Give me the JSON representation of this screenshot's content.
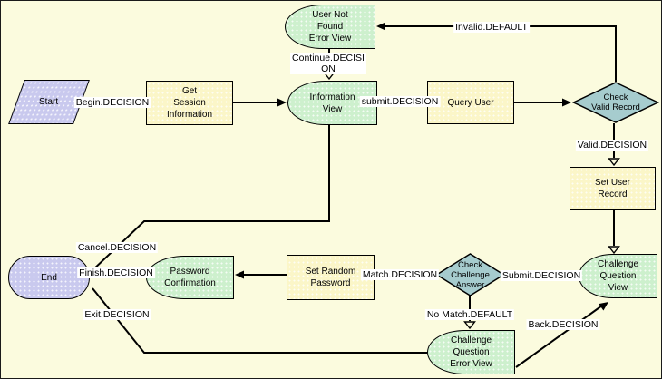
{
  "diagram": {
    "type": "workflow-flowchart",
    "background_color": "#FBFBDE",
    "colors": {
      "step_fill": "#FBF6C8",
      "view_fill": "#CDF0CD",
      "terminal_fill": "#C9C9EE",
      "decision_fill": "#A6CCCE",
      "connector_line": "#000000",
      "label_background": "#FFFFFF"
    },
    "nodes": [
      {
        "id": "start",
        "type": "start",
        "label": "Start",
        "display": "Start"
      },
      {
        "id": "get-session-information",
        "type": "step",
        "label": "Get Session Information",
        "display": "Get\nSession\nInformation"
      },
      {
        "id": "information-view",
        "type": "view",
        "label": "Information View",
        "display": "Information\nView"
      },
      {
        "id": "user-not-found-error-view",
        "type": "view",
        "label": "User Not Found Error View",
        "display": "User Not\nFound\nError View"
      },
      {
        "id": "query-user",
        "type": "step",
        "label": "Query User",
        "display": "Query User"
      },
      {
        "id": "check-valid-record",
        "type": "decision",
        "label": "Check Valid Record",
        "display": "Check\nValid Record"
      },
      {
        "id": "set-user-record",
        "type": "step",
        "label": "Set User Record",
        "display": "Set User\nRecord"
      },
      {
        "id": "challenge-question-view",
        "type": "view",
        "label": "Challenge Question View",
        "display": "Challenge\nQuestion\nView"
      },
      {
        "id": "check-challenge-answer",
        "type": "decision",
        "label": "Check Challenge Answer",
        "display": "Check\nChallenge\nAnswer"
      },
      {
        "id": "set-random-password",
        "type": "step",
        "label": "Set Random Password",
        "display": "Set Random\nPassword"
      },
      {
        "id": "password-confirmation",
        "type": "view",
        "label": "Password Confirmation",
        "display": "Password\nConfirmation"
      },
      {
        "id": "end",
        "type": "end",
        "label": "End",
        "display": "End"
      },
      {
        "id": "challenge-question-error-view",
        "type": "view",
        "label": "Challenge Question Error View",
        "display": "Challenge\nQuestion\nError View"
      }
    ],
    "connectors": [
      {
        "id": "begin",
        "from": "start",
        "to": "get-session-information",
        "label": "Begin.DECISION",
        "display": "Begin.DECISION"
      },
      {
        "id": "get-to-information",
        "from": "get-session-information",
        "to": "information-view",
        "label": "",
        "display": ""
      },
      {
        "id": "submit-info",
        "from": "information-view",
        "to": "query-user",
        "label": "submit.DECISION",
        "display": "submit.DECISION"
      },
      {
        "id": "query-to-check-valid",
        "from": "query-user",
        "to": "check-valid-record",
        "label": "",
        "display": ""
      },
      {
        "id": "invalid",
        "from": "check-valid-record",
        "to": "user-not-found-error-view",
        "label": "Invalid.DEFAULT",
        "display": "Invalid.DEFAULT"
      },
      {
        "id": "continue",
        "from": "user-not-found-error-view",
        "to": "information-view",
        "label": "Continue.DECISION",
        "display": "Continue.DECISI\nON"
      },
      {
        "id": "valid",
        "from": "check-valid-record",
        "to": "set-user-record",
        "label": "Valid.DECISION",
        "display": "Valid.DECISION"
      },
      {
        "id": "set-user-to-challenge-view",
        "from": "set-user-record",
        "to": "challenge-question-view",
        "label": "",
        "display": ""
      },
      {
        "id": "submit-challenge",
        "from": "challenge-question-view",
        "to": "check-challenge-answer",
        "label": "Submit.DECISION",
        "display": "Submit.DECISION"
      },
      {
        "id": "match",
        "from": "check-challenge-answer",
        "to": "set-random-password",
        "label": "Match.DECISION",
        "display": "Match.DECISION"
      },
      {
        "id": "set-random-to-password-confirmation",
        "from": "set-random-password",
        "to": "password-confirmation",
        "label": "",
        "display": ""
      },
      {
        "id": "no-match",
        "from": "check-challenge-answer",
        "to": "challenge-question-error-view",
        "label": "No Match.DEFAULT",
        "display": "No Match.DEFAULT"
      },
      {
        "id": "back",
        "from": "challenge-question-error-view",
        "to": "challenge-question-view",
        "label": "Back.DECISION",
        "display": "Back.DECISION"
      },
      {
        "id": "cancel",
        "from": "information-view",
        "to": "end",
        "label": "Cancel.DECISION",
        "display": "Cancel.DECISION"
      },
      {
        "id": "finish",
        "from": "password-confirmation",
        "to": "end",
        "label": "Finish.DECISION",
        "display": "Finish.DECISION"
      },
      {
        "id": "exit",
        "from": "challenge-question-error-view",
        "to": "end",
        "label": "Exit.DECISION",
        "display": "Exit.DECISION"
      }
    ]
  }
}
